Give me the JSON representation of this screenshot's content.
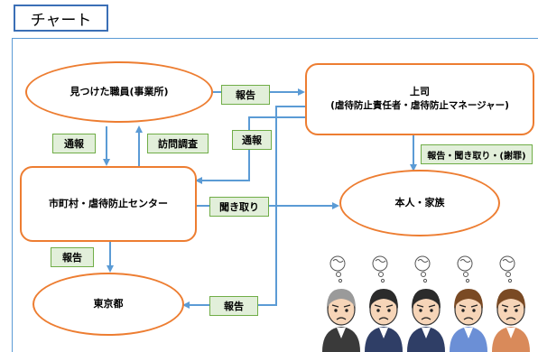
{
  "title": "チャート",
  "nodes": {
    "staff": "見つけた職員(事業所)",
    "boss_line1": "上司",
    "boss_line2": "(虐待防止責任者・虐待防止マネージャー)",
    "city": "市町村・虐待防止センター",
    "family": "本人・家族",
    "tokyo": "東京都"
  },
  "edge_labels": {
    "report_to_boss": "報告",
    "notify_city": "通報",
    "visit_check": "訪問調査",
    "boss_notify": "通報",
    "hearing": "聞き取り",
    "report_hearing_apology": "報告・聞き取り・(謝罪)",
    "report_tokyo": "報告",
    "boss_report_tokyo": "報告"
  },
  "illustration": {
    "icon": "worried-people-icon",
    "count": 5
  },
  "colors": {
    "node_border": "#ed7d31",
    "arrow": "#5b9bd5",
    "label_bg": "#e2efda",
    "label_border": "#70ad47",
    "frame": "#5b9bd5"
  }
}
